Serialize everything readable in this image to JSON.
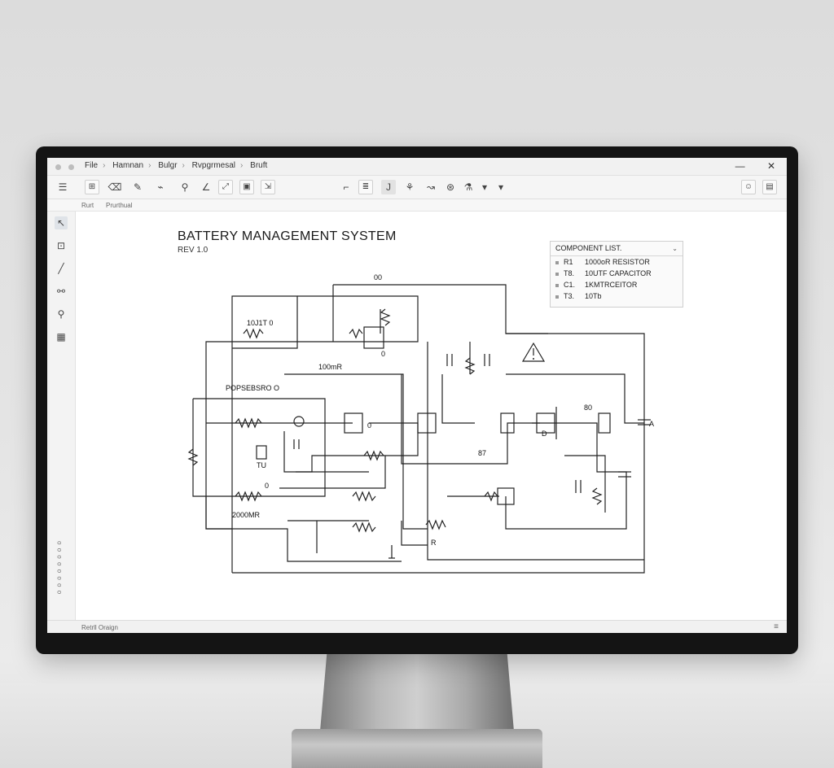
{
  "window": {
    "menu": [
      "File",
      "Hamnan",
      "Bulgr",
      "Rvpgrmesal",
      "Bruft"
    ],
    "controls": {
      "minimize": "—",
      "close": "✕"
    }
  },
  "toolbar": {
    "icons": [
      "sidebar-toggle-icon",
      "select-tool-icon",
      "eraser-icon",
      "pencil-icon",
      "wire-icon",
      "probe-icon",
      "angle-icon",
      "frame-icon",
      "image-icon",
      "export-icon",
      "open-file-icon",
      "text-block-icon",
      "italic-text-icon",
      "tune-icon",
      "route-icon",
      "node-icon",
      "measure-icon",
      "more-icon",
      "user-icon",
      "panel-icon"
    ]
  },
  "subbar": {
    "left": "Rurt",
    "right": "Prurthual"
  },
  "sidebar": {
    "vertical_label": "o o o o o o o o"
  },
  "status": {
    "left": "Retrll Oraign",
    "right": "≡"
  },
  "canvas": {
    "title": "BATTERY MANAGEMENT SYSTEM",
    "revision": "REV 1.0",
    "component_list": {
      "header": "COMPONENT LIST.",
      "items": [
        {
          "ref": "R1",
          "desc": "1000oR RESISTOR"
        },
        {
          "ref": "T8.",
          "desc": "10UTF CAPACITOR"
        },
        {
          "ref": "C1.",
          "desc": "1KMTRCEITOR"
        },
        {
          "ref": "T3.",
          "desc": "10Tb"
        }
      ]
    },
    "schematic_labels": {
      "l1": "00",
      "l2": "10J1T  0",
      "l3": "100mR",
      "l4": "POPSEBSRO O",
      "l5": "0",
      "l6": "TU",
      "l7": "2000MR",
      "l8": "0",
      "l9": "A",
      "l10": "R",
      "l11": "87",
      "l12": "80",
      "l13": "D",
      "l14": "0"
    }
  }
}
